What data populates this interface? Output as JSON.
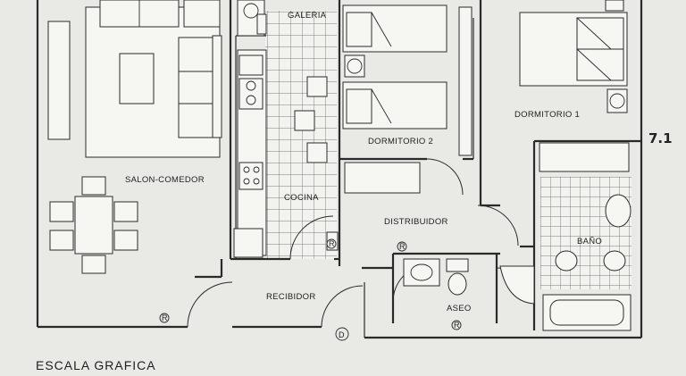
{
  "rooms": {
    "galeria": "GALERIA",
    "dormitorio2": "DORMITORIO 2",
    "dormitorio1": "DORMITORIO 1",
    "salon_comedor": "SALON-COMEDOR",
    "cocina": "COCINA",
    "distribuidor": "DISTRIBUIDOR",
    "bano": "BAÑO",
    "recibidor": "RECIBIDOR",
    "aseo": "ASEO"
  },
  "symbols": {
    "radiator": "R",
    "entrance": "D"
  },
  "annotation": "7.1",
  "scale_label": "ESCALA GRAFICA"
}
